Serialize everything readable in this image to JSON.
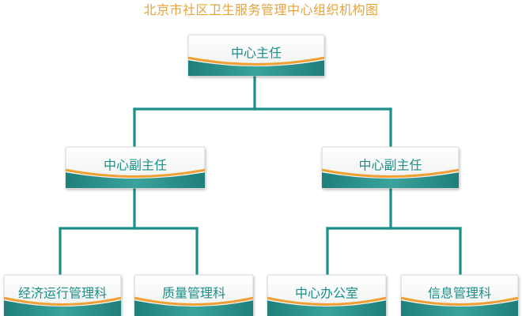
{
  "title": "北京市社区卫生服务管理中心组织机构图",
  "colors": {
    "title": "#e8a33a",
    "line": "#1a8f87",
    "label": "#1a8f87",
    "teal_band": "#2d8f89",
    "orange_band": "#f0a032"
  },
  "nodes": [
    {
      "id": "director",
      "label": "中心主任"
    },
    {
      "id": "deputy-left",
      "label": "中心副主任"
    },
    {
      "id": "deputy-right",
      "label": "中心副主任"
    },
    {
      "id": "dept-economic",
      "label": "经济运行管理科"
    },
    {
      "id": "dept-quality",
      "label": "质量管理科"
    },
    {
      "id": "dept-office",
      "label": "中心办公室"
    },
    {
      "id": "dept-info",
      "label": "信息管理科"
    }
  ]
}
